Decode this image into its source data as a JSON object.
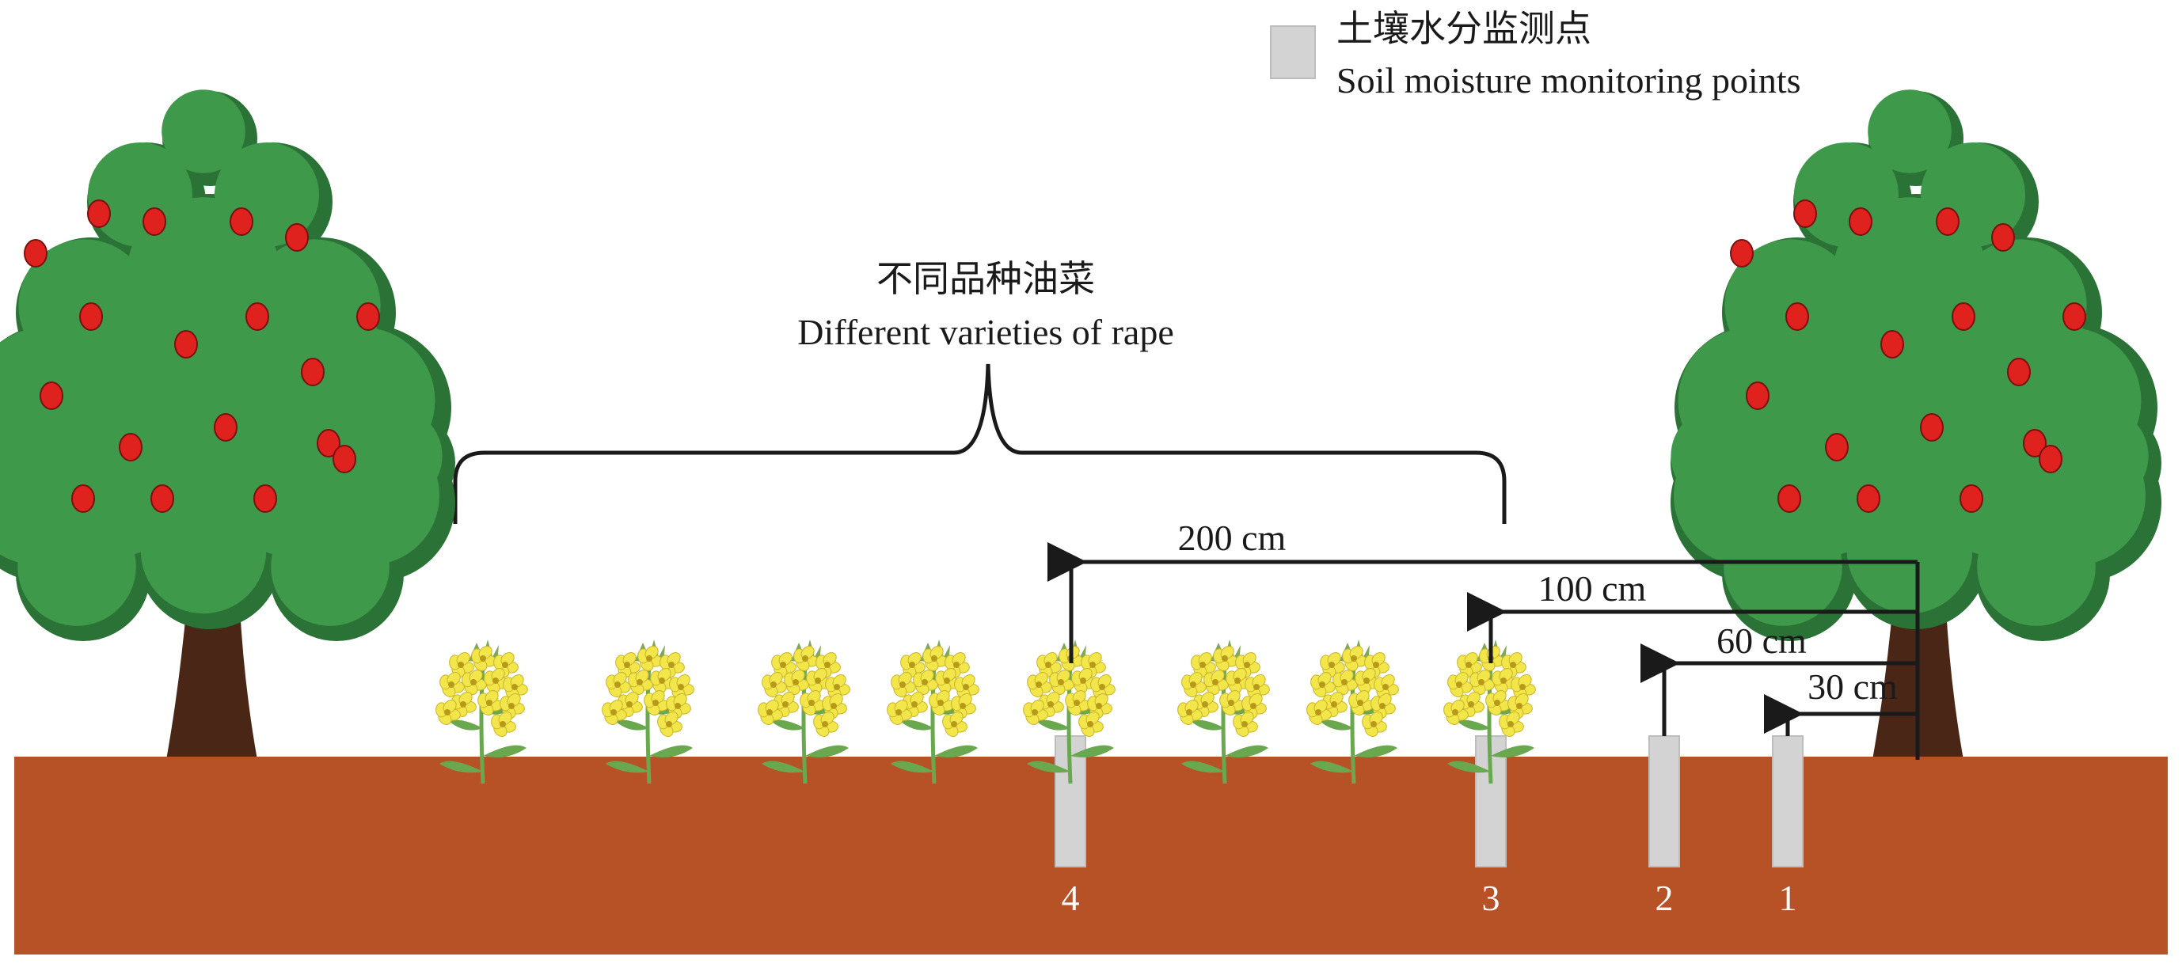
{
  "legend": {
    "title_cn": "土壤水分监测点",
    "title_en": "Soil moisture monitoring points",
    "swatch_color": "#d3d3d3"
  },
  "brace_label": {
    "cn": "不同品种油菜",
    "en": "Different varieties of rape"
  },
  "distances": [
    {
      "label": "200 cm",
      "to_point": "4"
    },
    {
      "label": "100 cm",
      "to_point": "3"
    },
    {
      "label": "60 cm",
      "to_point": "2"
    },
    {
      "label": "30 cm",
      "to_point": "1"
    }
  ],
  "monitoring_points": [
    {
      "id": "4"
    },
    {
      "id": "3"
    },
    {
      "id": "2"
    },
    {
      "id": "1"
    }
  ],
  "colors": {
    "soil": "#b75227",
    "tube": "#d3d3d3",
    "tree_trunk": "#4a2617",
    "tree_leaf": "#3e9a4a",
    "tree_leaf_dark": "#2b7236",
    "apple": "#e0221e",
    "flower": "#f2e64a",
    "stem": "#6aa84f"
  },
  "rape_plant_count": 8
}
